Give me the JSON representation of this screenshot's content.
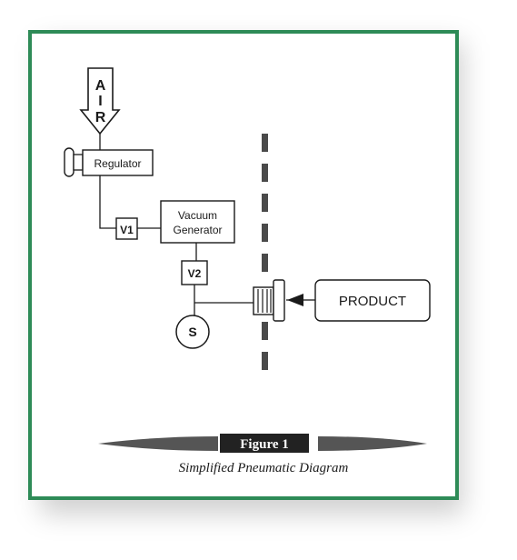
{
  "diagram": {
    "air_letters": [
      "A",
      "I",
      "R"
    ],
    "regulator": "Regulator",
    "v1": "V1",
    "vacuum_line1": "Vacuum",
    "vacuum_line2": "Generator",
    "v2": "V2",
    "sensor": "S",
    "product": "PRODUCT"
  },
  "caption": {
    "figure_label": "Figure 1",
    "subtitle": "Simplified Pneumatic Diagram"
  },
  "colors": {
    "frame_border": "#2e8b57",
    "line": "#1a1a1a",
    "banner": "#222222"
  }
}
